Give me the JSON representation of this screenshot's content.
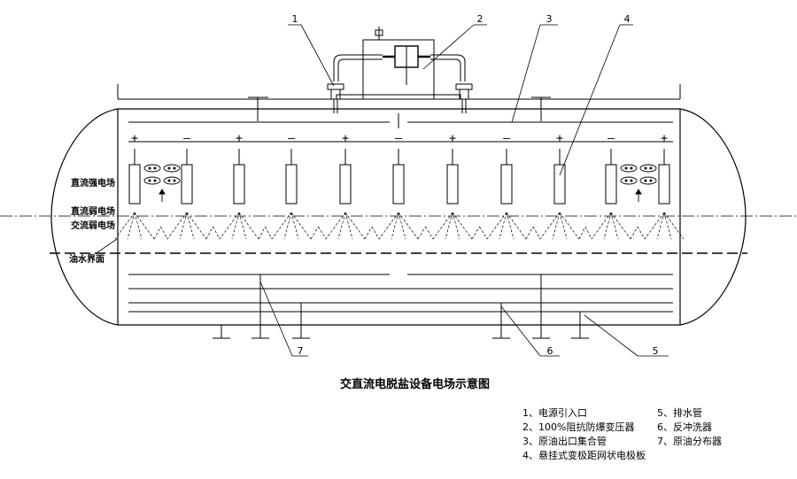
{
  "zones": {
    "dc_strong": "直流强电场",
    "dc_weak": "直流弱电场",
    "ac_weak": "交流弱电场",
    "oil_water": "油水界面"
  },
  "callouts": [
    "1",
    "2",
    "3",
    "4",
    "5",
    "6",
    "7"
  ],
  "electrode_signs": [
    "+",
    "—",
    "+",
    "—",
    "+",
    "—",
    "+",
    "—",
    "+",
    "—",
    "+"
  ],
  "caption": "交直流电脱盐设备电场示意图",
  "legend": {
    "col1": [
      "1、电源引入口",
      "2、100%阻抗防爆变压器",
      "3、原油出口集合管",
      "4、悬挂式变极距网状电极板"
    ],
    "col2": [
      "5、排水管",
      "6、反冲洗器",
      "7、原油分布器"
    ]
  }
}
